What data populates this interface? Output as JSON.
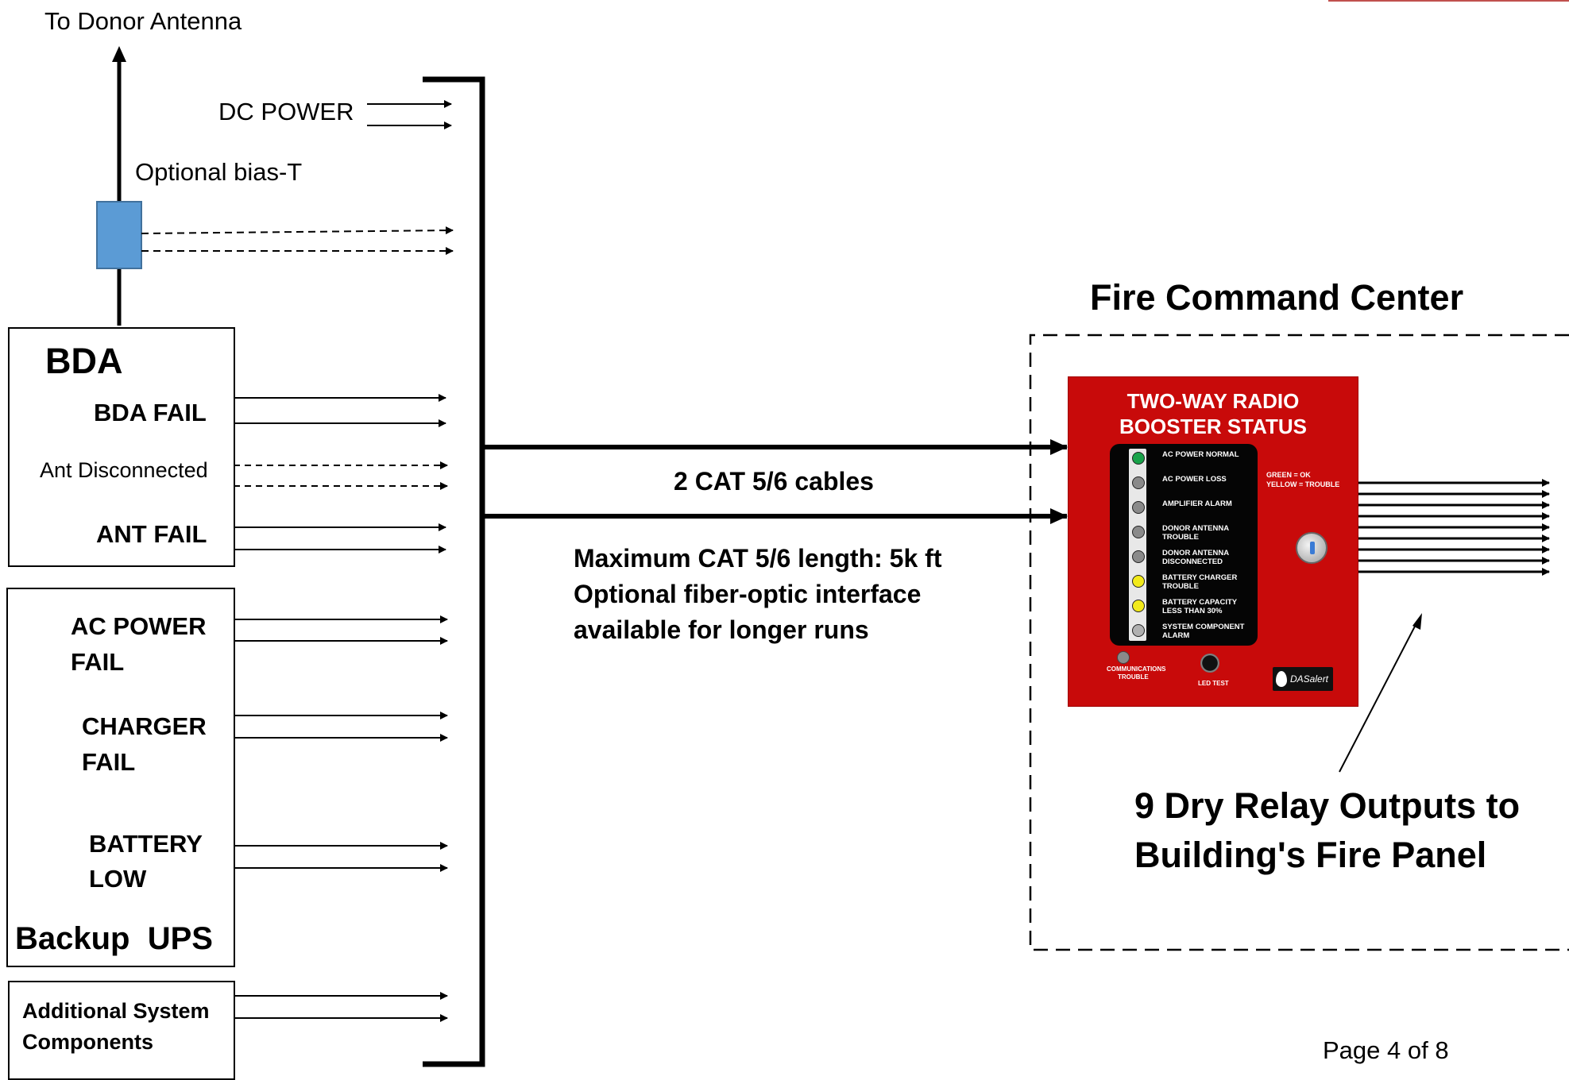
{
  "labels": {
    "donor_antenna": "To Donor Antenna",
    "dc_power": "DC POWER",
    "bias_t": "Optional bias-T",
    "fire_command_center": "Fire Command Center",
    "cables": "2 CAT 5/6 cables",
    "max_length_line1": "Maximum CAT 5/6 length: 5k ft",
    "max_length_line2": "Optional fiber-optic  interface",
    "max_length_line3": "available for longer runs",
    "relay_outputs_line1": "9 Dry Relay Outputs to",
    "relay_outputs_line2": "Building's Fire Panel",
    "page": "Page 4 of 8"
  },
  "bda_box": {
    "title": "BDA",
    "bda_fail": "BDA FAIL",
    "ant_disconnected": "Ant Disconnected",
    "ant_fail": "ANT FAIL"
  },
  "ups_box": {
    "ac_power_fail_1": "AC POWER",
    "ac_power_fail_2": "FAIL",
    "charger_fail_1": "CHARGER",
    "charger_fail_2": "FAIL",
    "battery_low_1": "BATTERY",
    "battery_low_2": "LOW",
    "title": "Backup  UPS"
  },
  "additional_box": {
    "line1": "Additional System",
    "line2": "Components"
  },
  "panel": {
    "title_line1": "TWO-WAY RADIO",
    "title_line2": "BOOSTER STATUS",
    "indicators": [
      {
        "label": "AC POWER NORMAL",
        "color": "#19a34a"
      },
      {
        "label": "AC POWER LOSS",
        "color": "#8a8a8a"
      },
      {
        "label": "AMPLIFIER ALARM",
        "color": "#8a8a8a"
      },
      {
        "label": "DONOR ANTENNA\nTROUBLE",
        "color": "#8a8a8a"
      },
      {
        "label": "DONOR ANTENNA\nDISCONNECTED",
        "color": "#8a8a8a"
      },
      {
        "label": "BATTERY CHARGER\nTROUBLE",
        "color": "#f2ea1a"
      },
      {
        "label": "BATTERY CAPACITY\nLESS THAN 30%",
        "color": "#f2ea1a"
      },
      {
        "label": "SYSTEM COMPONENT\nALARM",
        "color": "#b0b0b0"
      }
    ],
    "legend_line1": "GREEN = OK",
    "legend_line2": "YELLOW = TROUBLE",
    "comm_trouble_1": "COMMUNICATIONS",
    "comm_trouble_2": "TROUBLE",
    "led_test": "LED TEST",
    "brand": "DASalert",
    "panel_color": "#c80a0a"
  }
}
